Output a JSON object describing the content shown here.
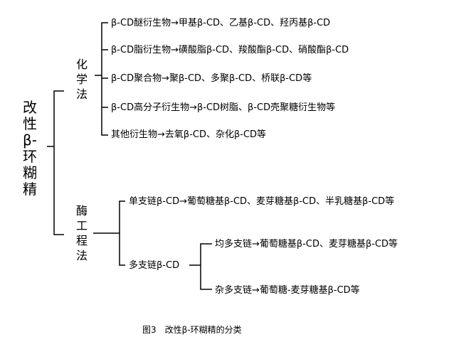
{
  "root": {
    "label": "改性β-环糊精"
  },
  "branches": {
    "chemical": {
      "label": "化学法",
      "items": [
        "β-CD醚衍生物→甲基β-CD、乙基β-CD、羟丙基β-CD",
        "β-CD脂衍生物→磺酸脂β-CD、羧酸酯β-CD、硝酸酯β-CD",
        "β-CD聚合物→聚β-CD、多聚β-CD、桥联β-CD等",
        "β-CD高分子衍生物→β-CD树脂、β-CD壳聚糖衍生物等",
        "其他衍生物→去氧β-CD、杂化β-CD等"
      ]
    },
    "enzyme": {
      "label": "酶工程法",
      "single": "单支链β-CD→葡萄糖基β-CD、麦芽糖基β-CD、半乳糖基β-CD等",
      "multi": {
        "label": "多支链β-CD",
        "items": [
          "均多支链→葡萄糖基β-CD、麦芽糖基β-CD等",
          "杂多支链→葡萄糖-麦芽糖基β-CD等"
        ]
      }
    }
  },
  "caption": "图3　改性β-环糊精的分类"
}
